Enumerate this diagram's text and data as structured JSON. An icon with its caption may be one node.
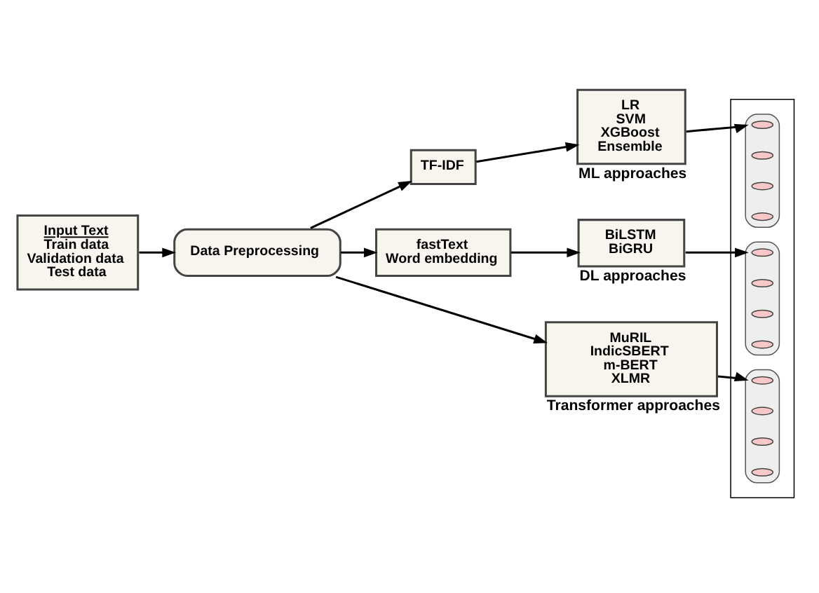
{
  "diagram": {
    "nodes": [
      {
        "text": [
          "Input Text",
          "Train data",
          "Validation data",
          "Test data"
        ]
      },
      {
        "text": [
          "Data Preprocessing"
        ]
      },
      {
        "text": [
          "TF-IDF"
        ]
      },
      {
        "text": [
          "fastText",
          "Word embedding"
        ]
      },
      {
        "text": [
          "LR",
          "SVM",
          "XGBoost",
          "Ensemble"
        ],
        "beside": [
          "ML approaches"
        ]
      },
      {
        "text": [
          "BiLSTM",
          "BiGRU"
        ],
        "beside": [
          "DL approaches"
        ]
      },
      {
        "text": [
          "MuRIL",
          "IndicSBERT",
          "m-BERT",
          "XLMR"
        ],
        "beside": [
          "Transformer approaches"
        ]
      },
      {
        "text": [],
        "shape": "box"
      },
      {
        "text": [],
        "shape": "bar",
        "in": 7
      },
      {
        "text": [],
        "shape": "ellipse",
        "in": 8
      },
      {
        "text": [],
        "shape": "ellipse",
        "in": 8
      },
      {
        "text": [],
        "shape": "ellipse",
        "in": 8
      },
      {
        "text": [],
        "shape": "ellipse",
        "in": 8
      },
      {
        "text": [],
        "shape": "bar",
        "in": 7
      },
      {
        "text": [],
        "shape": "ellipse",
        "in": 13
      },
      {
        "text": [],
        "shape": "ellipse",
        "in": 13
      },
      {
        "text": [],
        "shape": "ellipse",
        "in": 13
      },
      {
        "text": [],
        "shape": "ellipse",
        "in": 13
      },
      {
        "text": [],
        "shape": "bar",
        "in": 7
      },
      {
        "text": [],
        "shape": "ellipse",
        "in": 18
      },
      {
        "text": [],
        "shape": "ellipse",
        "in": 18
      },
      {
        "text": [],
        "shape": "ellipse",
        "in": 18
      },
      {
        "text": [],
        "shape": "ellipse",
        "in": 18
      }
    ],
    "edges": [
      {
        "from": 0,
        "to": 1,
        "arrow": "to"
      },
      {
        "from": 1,
        "to": 2,
        "arrow": "to"
      },
      {
        "from": 1,
        "to": 3,
        "arrow": "to"
      },
      {
        "from": 1,
        "to": 6,
        "arrow": "to"
      },
      {
        "from": 2,
        "to": 4,
        "arrow": "to"
      },
      {
        "from": 3,
        "to": 5,
        "arrow": "to"
      },
      {
        "from": 4,
        "to": 8,
        "arrow": "to"
      },
      {
        "from": 5,
        "to": 13,
        "arrow": "to"
      },
      {
        "from": 6,
        "to": 18,
        "arrow": "to"
      }
    ]
  }
}
